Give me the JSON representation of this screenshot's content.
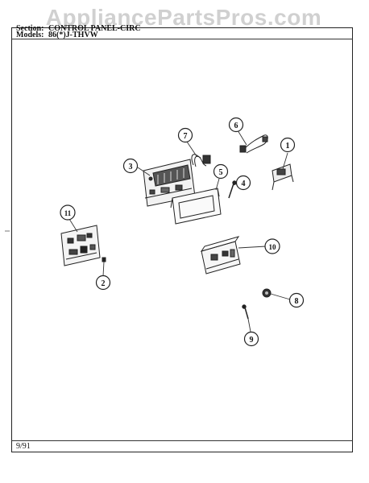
{
  "watermark": "AppliancePartsPros.com",
  "header": {
    "section_label": "Section:",
    "section_value": "CONTROL PANEL-CIRC",
    "models_label": "Models:",
    "models_value": "86(*)J-THVW"
  },
  "footer": {
    "date": "9/91"
  },
  "callouts": [
    {
      "id": "callout-1",
      "number": "1"
    },
    {
      "id": "callout-2",
      "number": "2"
    },
    {
      "id": "callout-3",
      "number": "3"
    },
    {
      "id": "callout-4",
      "number": "4"
    },
    {
      "id": "callout-5",
      "number": "5"
    },
    {
      "id": "callout-6",
      "number": "6"
    },
    {
      "id": "callout-7",
      "number": "7"
    },
    {
      "id": "callout-8",
      "number": "8"
    },
    {
      "id": "callout-9",
      "number": "9"
    },
    {
      "id": "callout-10",
      "number": "10"
    },
    {
      "id": "callout-11",
      "number": "11"
    }
  ]
}
